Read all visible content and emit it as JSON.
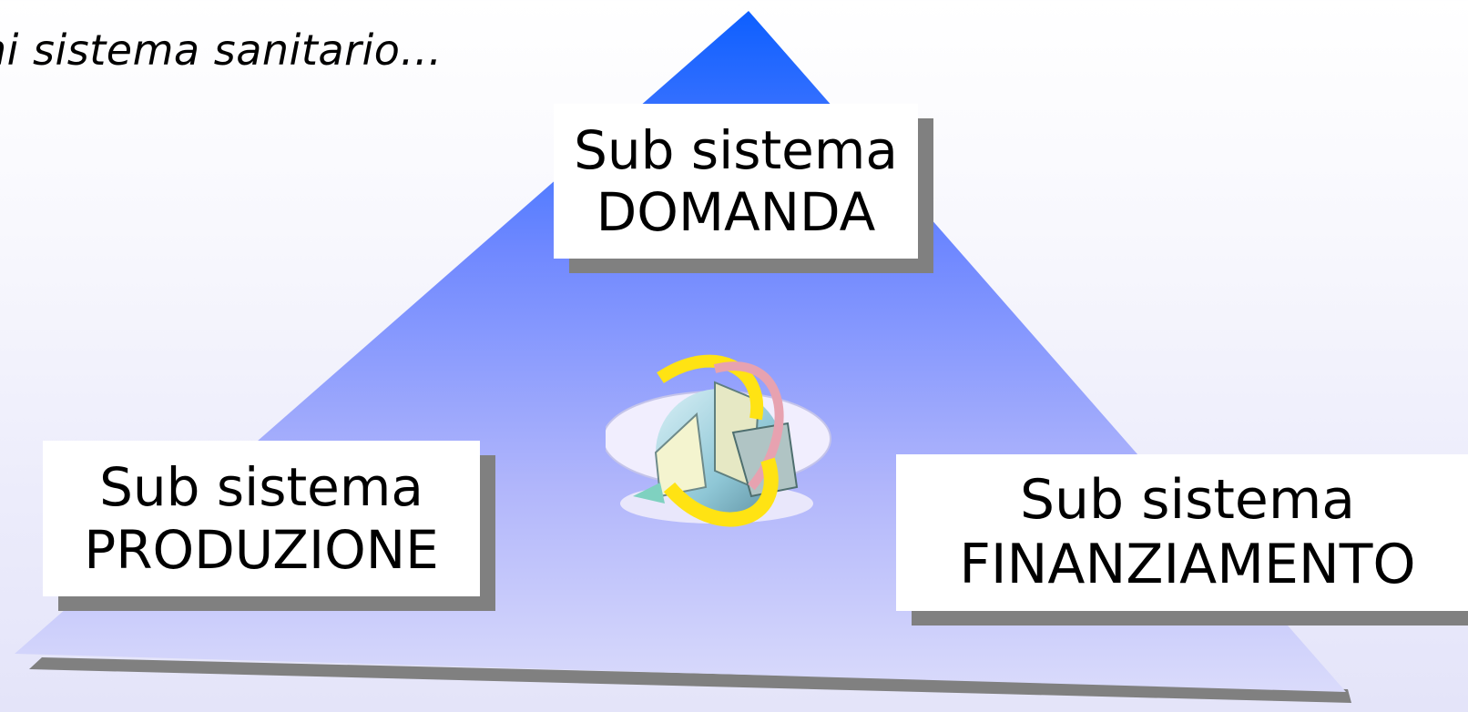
{
  "slide": {
    "title": "ni sistema sanitario…"
  },
  "boxes": {
    "domanda": {
      "line1": "Sub sistema",
      "line2": "DOMANDA"
    },
    "produzione": {
      "line1": "Sub sistema",
      "line2": "PRODUZIONE"
    },
    "finanziamento": {
      "line1": "Sub sistema",
      "line2": "FINANZIAMENTO"
    }
  },
  "colors": {
    "pyramid_top": "#1565ff",
    "pyramid_bottom": "#d8d9fb",
    "shadow": "#808080",
    "box_fill": "#ffffff"
  },
  "clipart": {
    "icon": "globe-arrows-icon"
  }
}
